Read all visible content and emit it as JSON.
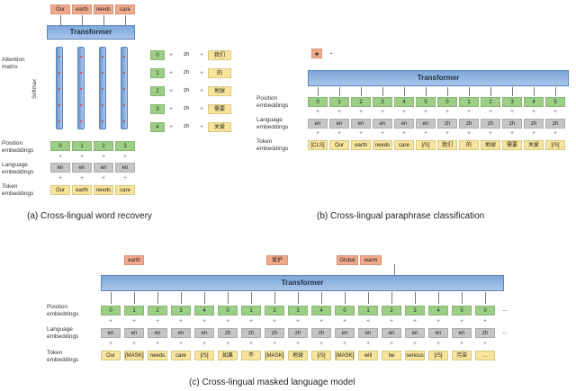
{
  "panel_a": {
    "caption": "(a) Cross-lingual word recovery",
    "top_tokens": [
      "Our",
      "earth",
      "needs",
      "care"
    ],
    "transformer_label": "Transformer",
    "attention_label": "Attention matrix",
    "softmax_label": "Softmax",
    "position_label": "Position embeddings",
    "language_label": "Language embeddings",
    "token_label": "Token embeddings",
    "positions": [
      "0",
      "1",
      "2",
      "3"
    ],
    "languages": [
      "en",
      "en",
      "en",
      "en"
    ],
    "tokens": [
      "Our",
      "earth",
      "needs",
      "care"
    ],
    "zh_rows": [
      {
        "pos": "0",
        "lang": "zh",
        "tok": "我们"
      },
      {
        "pos": "1",
        "lang": "zh",
        "tok": "的"
      },
      {
        "pos": "2",
        "lang": "zh",
        "tok": "地球"
      },
      {
        "pos": "3",
        "lang": "zh",
        "tok": "需要"
      },
      {
        "pos": "4",
        "lang": "zh",
        "tok": "关爱"
      }
    ]
  },
  "panel_b": {
    "caption": "(b) Cross-lingual paraphrase classification",
    "output_plus": "+",
    "output_minus": "-",
    "transformer_label": "Transformer",
    "position_label": "Position embeddings",
    "language_label": "Language embeddings",
    "token_label": "Token embeddings",
    "positions": [
      "0",
      "1",
      "2",
      "3",
      "4",
      "5",
      "0",
      "1",
      "2",
      "3",
      "4",
      "5"
    ],
    "languages": [
      "en",
      "en",
      "en",
      "en",
      "en",
      "en",
      "zh",
      "zh",
      "zh",
      "zh",
      "zh",
      "zh"
    ],
    "tokens": [
      "[CLS]",
      "Our",
      "earth",
      "needs",
      "care",
      "[/S]",
      "我们",
      "的",
      "地球",
      "需要",
      "关爱",
      "[/S]"
    ]
  },
  "panel_c": {
    "caption": "(c) Cross-lingual masked language model",
    "outputs": [
      {
        "text": "earth"
      },
      {
        "text": "爱护"
      },
      {
        "text": "Global"
      },
      {
        "text": "warm"
      }
    ],
    "transformer_label": "Transformer",
    "position_label": "Position embeddings",
    "language_label": "Language embeddings",
    "token_label": "Token embeddings",
    "ellipsis": "...",
    "positions": [
      "0",
      "1",
      "2",
      "3",
      "4",
      "0",
      "1",
      "2",
      "3",
      "4",
      "0",
      "1",
      "2",
      "3",
      "4",
      "5",
      "0"
    ],
    "languages": [
      "en",
      "en",
      "en",
      "en",
      "en",
      "zh",
      "zh",
      "zh",
      "zh",
      "zh",
      "en",
      "en",
      "en",
      "en",
      "en",
      "en",
      "zh"
    ],
    "tokens": [
      "Our",
      "[MASK]",
      "needs",
      "care",
      "[/S]",
      "如果",
      "不",
      "[MASK]",
      "地球",
      "[/S]",
      "[MASK]",
      "will",
      "be",
      "serious",
      "[/S]",
      "污染",
      "..."
    ]
  }
}
